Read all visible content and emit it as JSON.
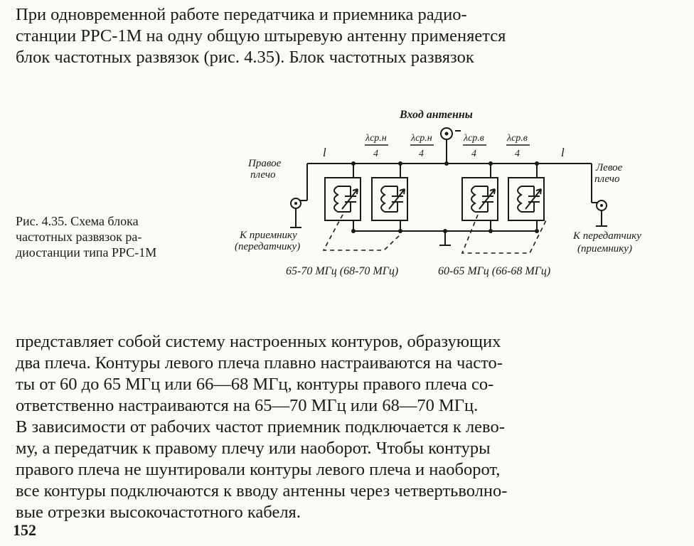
{
  "top_paragraph": {
    "lines": [
      "При одновременной работе передатчика и приемника радио-",
      "станции РРС-1М на одну общую штыревую антенну применяется",
      "блок частотных развязок (рис. 4.35). Блок частотных развязок"
    ]
  },
  "caption": {
    "lines": [
      "Рис. 4.35. Схема блока",
      "частотных развязок ра-",
      "диостанции типа РРС-1М"
    ]
  },
  "diagram": {
    "antenna_input": "Вход антенны",
    "right_arm": [
      "Правое",
      "плечо"
    ],
    "left_arm": [
      "Левое",
      "плечо"
    ],
    "to_receiver": [
      "К приемнику",
      "(передатчику)"
    ],
    "to_transmitter": [
      "К передатчику",
      "(приемнику)"
    ],
    "length_left": "l",
    "length_right": "l",
    "quarter_labels": [
      {
        "num": "λср.н",
        "den": "4"
      },
      {
        "num": "λср.н",
        "den": "4"
      },
      {
        "num": "λср.в",
        "den": "4"
      },
      {
        "num": "λср.в",
        "den": "4"
      }
    ],
    "band_left": "65-70 МГц (68-70 МГц)",
    "band_right": "60-65 МГц (66-68 МГц)"
  },
  "bottom_paragraph": {
    "lines": [
      "представляет собой систему настроенных контуров, образующих",
      "два плеча. Контуры левого плеча плавно настраиваются на часто-",
      "ты от 60 до 65 МГц или 66—68 МГц, контуры правого плеча со-",
      "ответственно настраиваются на 65—70 МГц или 68—70 МГц.",
      "В зависимости от рабочих частот приемник подключается к лево-",
      "му, а передатчик к правому плечу или наоборот. Чтобы контуры",
      "правого плеча не шунтировали контуры левого плеча и наоборот,",
      "все контуры подключаются к вводу антенны через четвертьволно-",
      "вые отрезки высокочастотного кабеля."
    ]
  },
  "page_number": "152"
}
